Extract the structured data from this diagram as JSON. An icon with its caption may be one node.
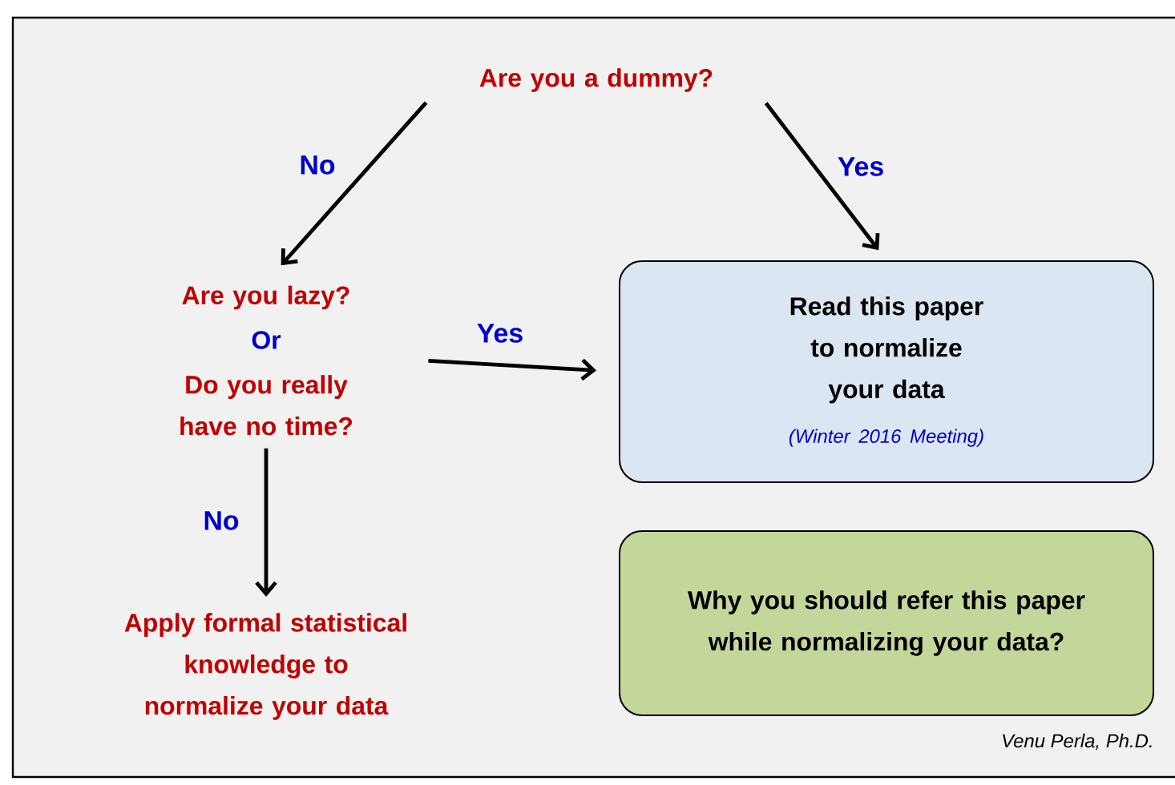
{
  "diagram": {
    "nodes": [
      {
        "text": [
          "Are you a dummy?"
        ]
      },
      {
        "text": [
          "Are you lazy?",
          "Or",
          "Do you really have no time?"
        ]
      },
      {
        "text": [
          "Read this paper to normalize your data",
          "(Winter 2016 Meeting)"
        ]
      },
      {
        "text": [
          "Apply formal statistical knowledge to normalize your data"
        ]
      },
      {
        "text": [
          "Why you should refer this paper while normalizing your data?"
        ]
      }
    ],
    "edges": [
      {
        "from": 0,
        "to": 1,
        "arrow": "to",
        "label": "No"
      },
      {
        "from": 0,
        "to": 2,
        "arrow": "to",
        "label": "Yes"
      },
      {
        "from": 1,
        "to": 2,
        "arrow": "to",
        "label": "Yes"
      },
      {
        "from": 1,
        "to": 3,
        "arrow": "to",
        "label": "No"
      }
    ],
    "labels": [
      "Venu Perla, Ph.D."
    ]
  }
}
